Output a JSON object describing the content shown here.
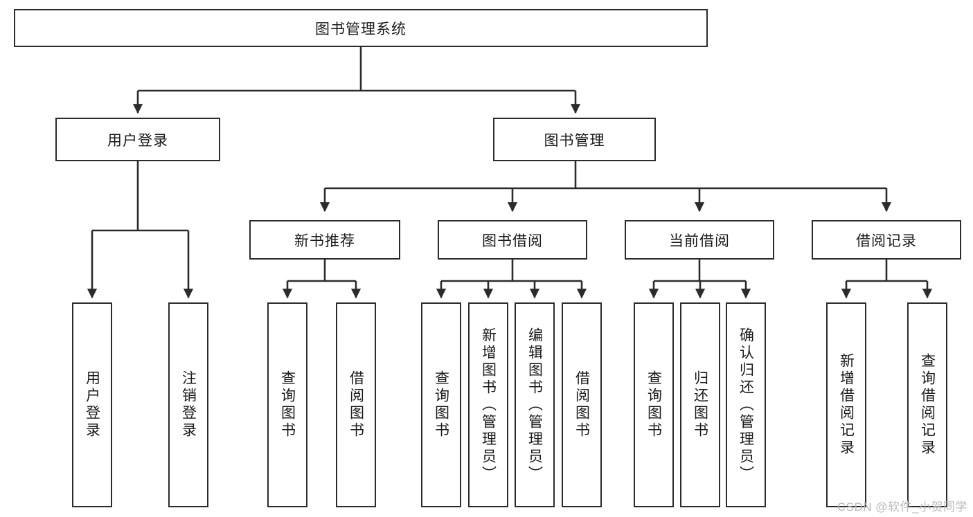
{
  "diagram": {
    "title": "图书管理系统",
    "type": "tree-hierarchy",
    "watermark": "CSDN @软件_小贺同学",
    "colors": {
      "background": "#ffffff",
      "border": "#2b2b2b",
      "text": "#1a1a1a",
      "watermark": "#b9b9b9"
    },
    "root": {
      "label": "图书管理系统"
    },
    "level2": [
      {
        "label": "用户登录"
      },
      {
        "label": "图书管理"
      }
    ],
    "level3": [
      {
        "label": "新书推荐"
      },
      {
        "label": "图书借阅"
      },
      {
        "label": "当前借阅"
      },
      {
        "label": "借阅记录"
      }
    ],
    "leaves": {
      "user_login": [
        {
          "label": "用户登录"
        },
        {
          "label": "注销登录"
        }
      ],
      "new_book_recommend": [
        {
          "label": "查询图书"
        },
        {
          "label": "借阅图书"
        }
      ],
      "book_borrow": [
        {
          "label": "查询图书"
        },
        {
          "label": "新增图书（管理员）"
        },
        {
          "label": "编辑图书（管理员）"
        },
        {
          "label": "借阅图书"
        }
      ],
      "current_borrow": [
        {
          "label": "查询图书"
        },
        {
          "label": "归还图书"
        },
        {
          "label": "确认归还（管理员）"
        }
      ],
      "borrow_record": [
        {
          "label": "新增借阅记录"
        },
        {
          "label": "查询借阅记录"
        }
      ]
    }
  }
}
